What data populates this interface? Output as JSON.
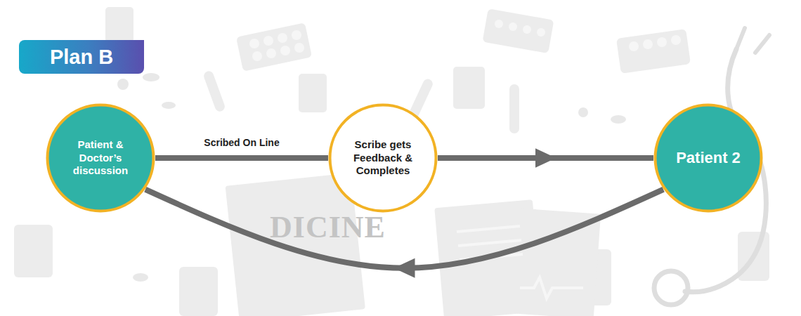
{
  "diagram": {
    "title": "Plan B",
    "nodes": [
      {
        "text": [
          "Patient & Doctor’s discussion"
        ]
      },
      {
        "text": [
          "Scribe gets Feedback & Completes"
        ]
      },
      {
        "text": [
          "Patient 2"
        ]
      }
    ],
    "edges": [
      {
        "from": 0,
        "to": 1,
        "label": "Scribed On Line",
        "arrow": "none"
      },
      {
        "from": 1,
        "to": 2,
        "arrow": "to"
      },
      {
        "from": 2,
        "to": 0,
        "arrow": "to"
      }
    ],
    "labels": [
      "DICINE"
    ]
  }
}
